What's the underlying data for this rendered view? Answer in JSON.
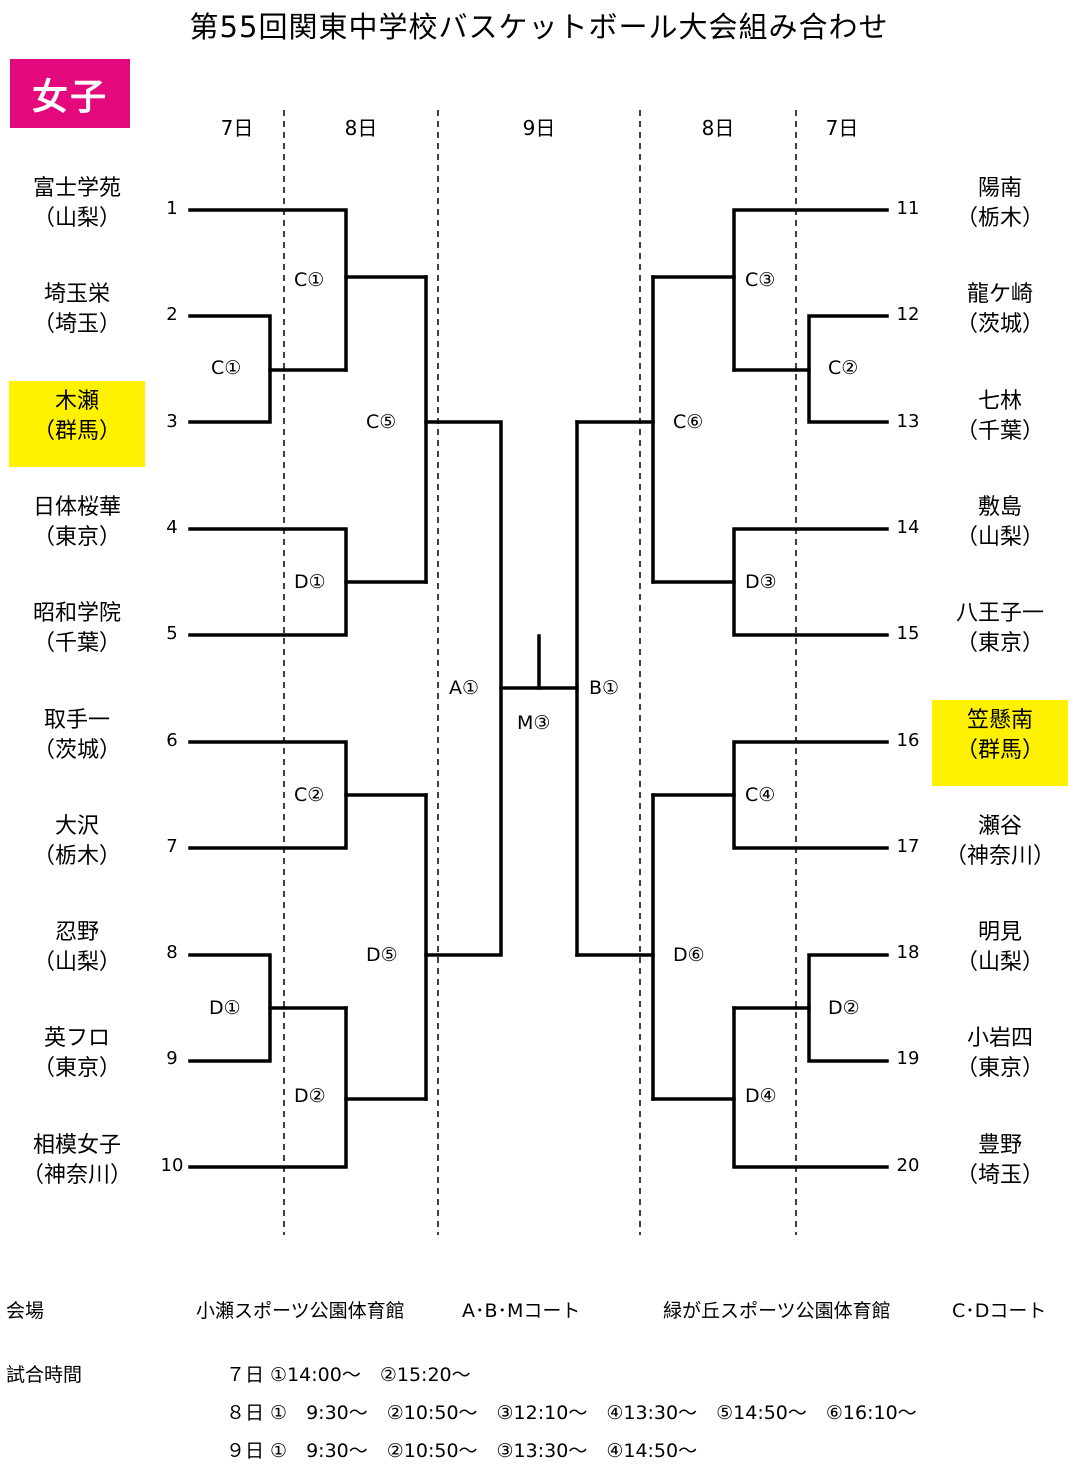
{
  "title": "第55回関東中学校バスケットボール大会組み合わせ",
  "category": "女子",
  "days": [
    "7日",
    "8日",
    "9日",
    "8日",
    "7日"
  ],
  "left_teams": [
    {
      "seed": "1",
      "name": "富士学苑",
      "pref": "（山梨）",
      "highlight": false
    },
    {
      "seed": "2",
      "name": "埼玉栄",
      "pref": "（埼玉）",
      "highlight": false
    },
    {
      "seed": "3",
      "name": "木瀬",
      "pref": "（群馬）",
      "highlight": true
    },
    {
      "seed": "4",
      "name": "日体桜華",
      "pref": "（東京）",
      "highlight": false
    },
    {
      "seed": "5",
      "name": "昭和学院",
      "pref": "（千葉）",
      "highlight": false
    },
    {
      "seed": "6",
      "name": "取手一",
      "pref": "（茨城）",
      "highlight": false
    },
    {
      "seed": "7",
      "name": "大沢",
      "pref": "（栃木）",
      "highlight": false
    },
    {
      "seed": "8",
      "name": "忍野",
      "pref": "（山梨）",
      "highlight": false
    },
    {
      "seed": "9",
      "name": "英フロ",
      "pref": "（東京）",
      "highlight": false
    },
    {
      "seed": "10",
      "name": "相模女子",
      "pref": "（神奈川）",
      "highlight": false
    }
  ],
  "right_teams": [
    {
      "seed": "11",
      "name": "陽南",
      "pref": "（栃木）",
      "highlight": false
    },
    {
      "seed": "12",
      "name": "龍ケ崎",
      "pref": "（茨城）",
      "highlight": false
    },
    {
      "seed": "13",
      "name": "七林",
      "pref": "（千葉）",
      "highlight": false
    },
    {
      "seed": "14",
      "name": "敷島",
      "pref": "（山梨）",
      "highlight": false
    },
    {
      "seed": "15",
      "name": "八王子一",
      "pref": "（東京）",
      "highlight": false
    },
    {
      "seed": "16",
      "name": "笠懸南",
      "pref": "（群馬）",
      "highlight": true
    },
    {
      "seed": "17",
      "name": "瀬谷",
      "pref": "（神奈川）",
      "highlight": false
    },
    {
      "seed": "18",
      "name": "明見",
      "pref": "（山梨）",
      "highlight": false
    },
    {
      "seed": "19",
      "name": "小岩四",
      "pref": "（東京）",
      "highlight": false
    },
    {
      "seed": "20",
      "name": "豊野",
      "pref": "（埼玉）",
      "highlight": false
    }
  ],
  "matches": {
    "l_c1a": "C①",
    "l_c1b": "C①",
    "l_d1a": "D①",
    "l_c2": "C②",
    "l_d1b": "D①",
    "l_d2": "D②",
    "l_c5": "C⑤",
    "l_d5": "D⑤",
    "a1": "A①",
    "m3": "M③",
    "b1": "B①",
    "r_c3": "C③",
    "r_c2": "C②",
    "r_d3": "D③",
    "r_c4": "C④",
    "r_d2": "D②",
    "r_d4": "D④",
    "r_c6": "C⑥",
    "r_d6": "D⑥"
  },
  "venue": {
    "label": "会場",
    "venue1": "小瀬スポーツ公園体育館",
    "courts1": "A･B･Mコート",
    "venue2": "緑が丘スポーツ公園体育館",
    "courts2": "C･Dコート"
  },
  "schedule": {
    "label": "試合時間",
    "rows": [
      "７日 ①14:00～　②15:20～",
      "８日 ①　9:30～　②10:50～　③12:10～　④13:30～　⑤14:50～　⑥16:10～",
      "９日 ①　9:30～　②10:50～　③13:30～　④14:50～"
    ]
  }
}
